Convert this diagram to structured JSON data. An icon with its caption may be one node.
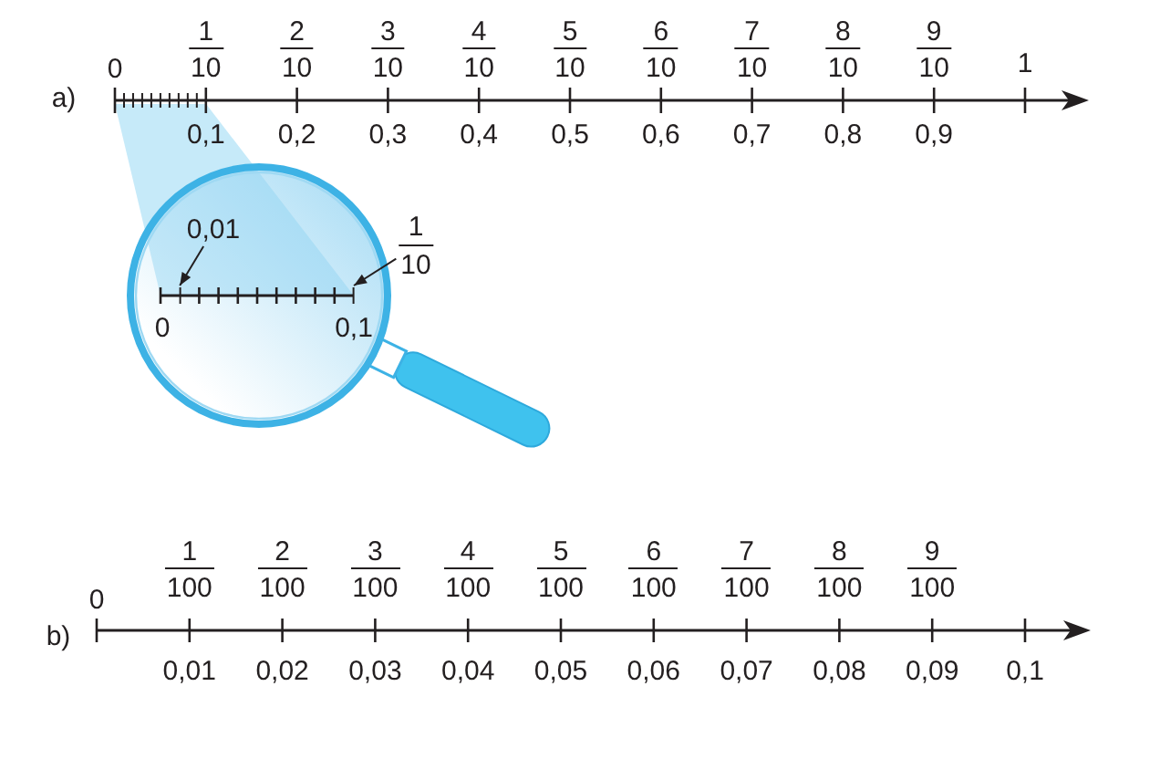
{
  "diagram": {
    "nodes": [
      {
        "text": [
          "0,01"
        ]
      },
      {
        "text": [],
        "shape": "bar"
      },
      {
        "text": [
          "1",
          "10"
        ]
      },
      {
        "text": [],
        "shape": "bar"
      }
    ],
    "edges": [
      {
        "from": 0,
        "to": 1,
        "arrow": "to"
      },
      {
        "from": 2,
        "to": 3,
        "arrow": "to"
      }
    ],
    "labels": [
      "a)",
      "0",
      "1",
      "10",
      "2",
      "10",
      "3",
      "10",
      "4",
      "10",
      "5",
      "10",
      "6",
      "10",
      "7",
      "10",
      "8",
      "10",
      "9",
      "10",
      "1",
      "0,1",
      "0,2",
      "0,3",
      "0,4",
      "0,5",
      "0,6",
      "0,7",
      "0,8",
      "0,9",
      "0",
      "0,1",
      "b)",
      "0",
      "1",
      "100",
      "2",
      "100",
      "3",
      "100",
      "4",
      "100",
      "5",
      "100",
      "6",
      "100",
      "7",
      "100",
      "8",
      "100",
      "9",
      "100",
      "0,01",
      "0,02",
      "0,03",
      "0,04",
      "0,05",
      "0,06",
      "0,07",
      "0,08",
      "0,09",
      "0,1"
    ]
  }
}
